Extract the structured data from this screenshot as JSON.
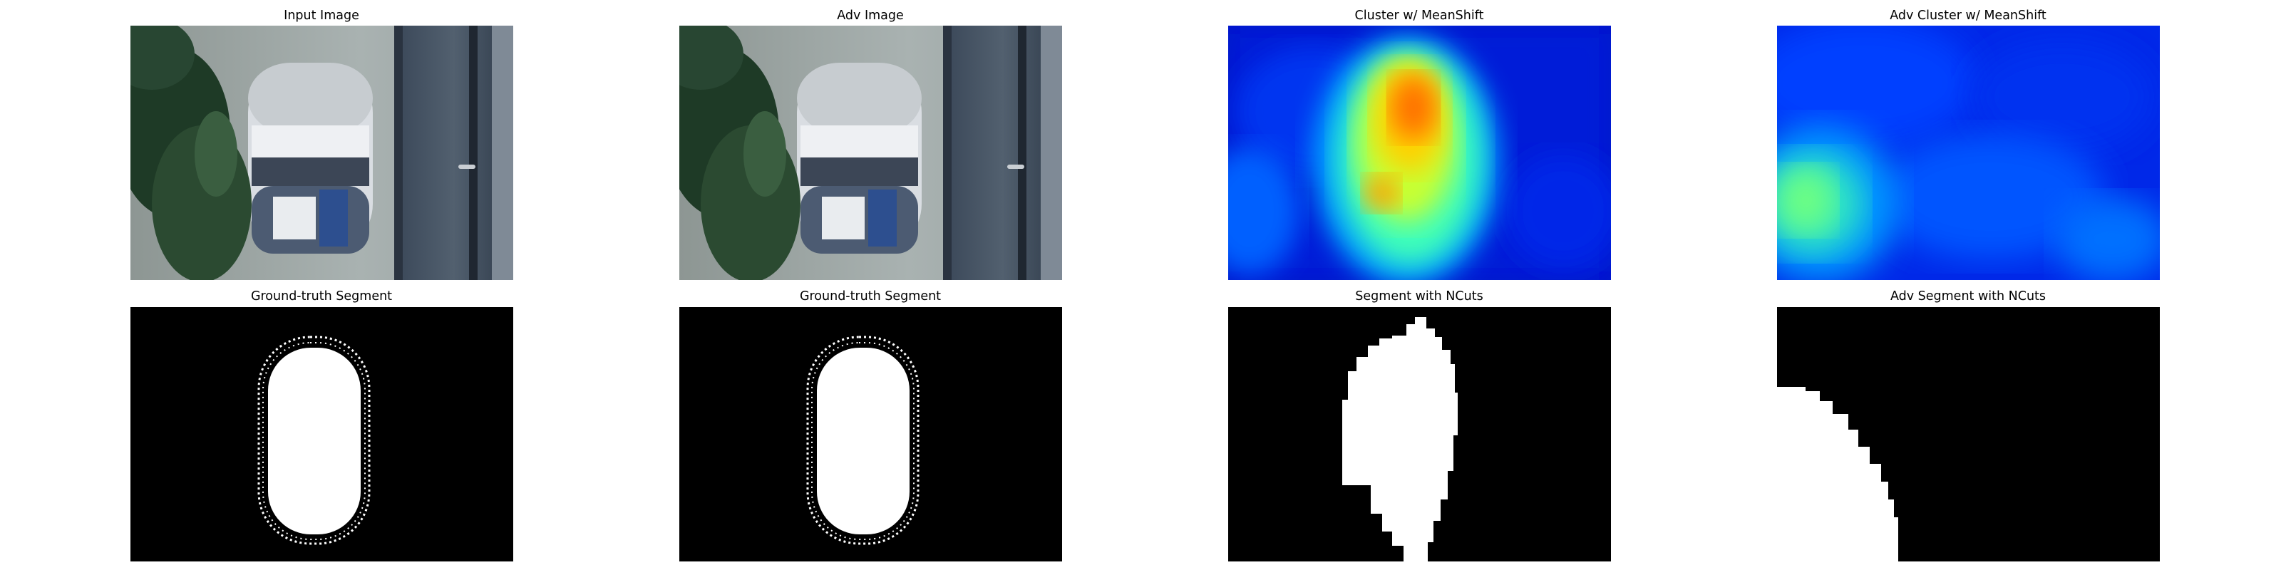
{
  "figure": {
    "rows": [
      {
        "panels": [
          {
            "title": "Input Image",
            "kind": "photo"
          },
          {
            "title": "Adv Image",
            "kind": "photo"
          },
          {
            "title": "Cluster w/ MeanShift",
            "kind": "heatmap",
            "colormap": "jet"
          },
          {
            "title": "Adv Cluster w/ MeanShift",
            "kind": "heatmap",
            "colormap": "jet"
          }
        ]
      },
      {
        "panels": [
          {
            "title": "Ground-truth Segment",
            "kind": "binary-mask"
          },
          {
            "title": "Ground-truth Segment",
            "kind": "binary-mask"
          },
          {
            "title": "Segment with NCuts",
            "kind": "binary-mask"
          },
          {
            "title": "Adv Segment with NCuts",
            "kind": "binary-mask"
          }
        ]
      }
    ]
  },
  "colors": {
    "background": "#ffffff",
    "mask_foreground": "#ffffff",
    "mask_background": "#000000",
    "jet_low": "#00007f",
    "jet_mid": "#00ff7f",
    "jet_high": "#ff0000"
  }
}
